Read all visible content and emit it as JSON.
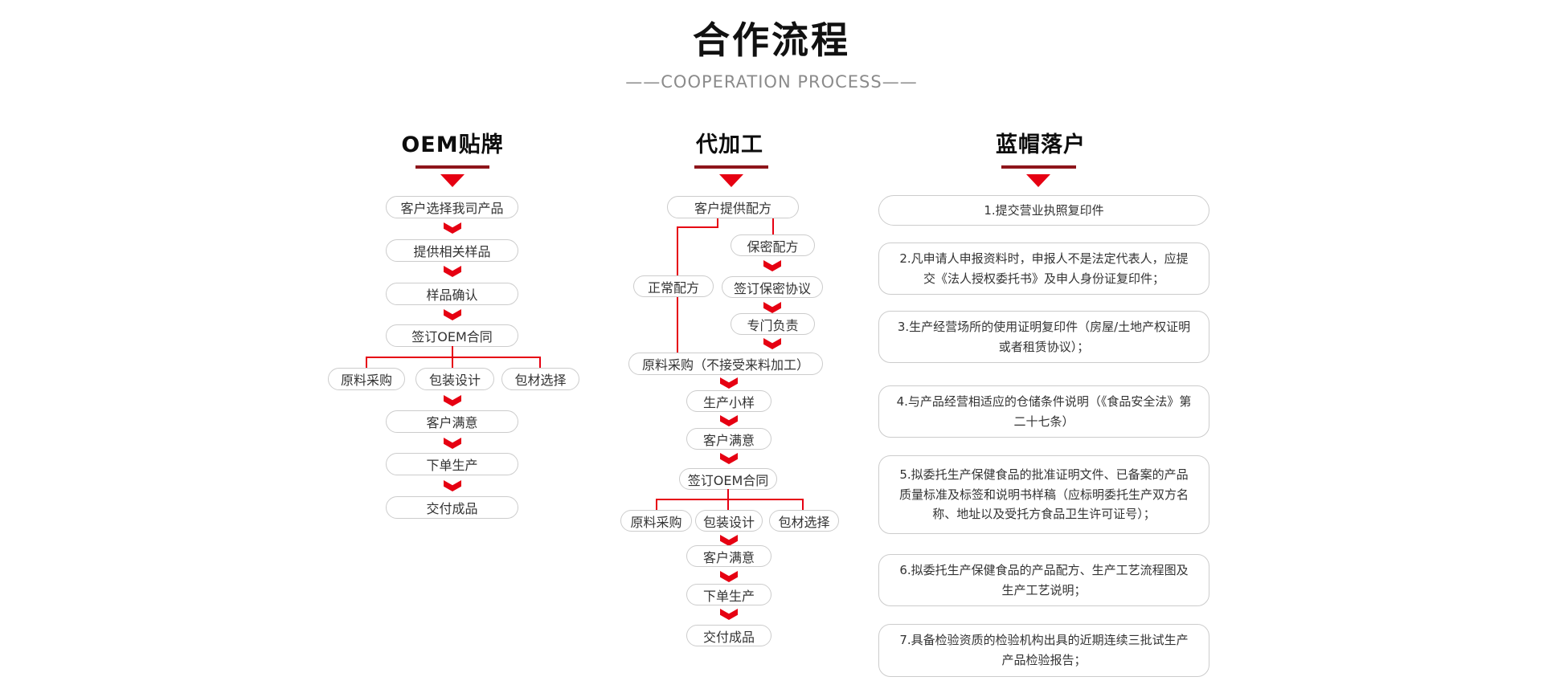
{
  "title": "合作流程",
  "subtitle": "——COOPERATION PROCESS——",
  "col1": {
    "header": "OEM贴牌",
    "steps": [
      "客户选择我司产品",
      "提供相关样品",
      "样品确认",
      "签订OEM合同",
      "客户满意",
      "下单生产",
      "交付成品"
    ],
    "branch": [
      "原料采购",
      "包装设计",
      "包材选择"
    ]
  },
  "col2": {
    "header": "代加工",
    "steps": [
      "客户提供配方",
      "保密配方",
      "正常配方",
      "签订保密协议",
      "专门负责",
      "原料采购（不接受来料加工）",
      "生产小样",
      "客户满意",
      "签订OEM合同",
      "客户满意",
      "下单生产",
      "交付成品"
    ],
    "branch": [
      "原料采购",
      "包装设计",
      "包材选择"
    ]
  },
  "col3": {
    "header": "蓝帽落户",
    "items": [
      "1.提交营业执照复印件",
      "2.凡申请人申报资料时，申报人不是法定代表人，应提交《法人授权委托书》及申人身份证复印件；",
      "3.生产经营场所的使用证明复印件（房屋/土地产权证明或者租赁协议）；",
      "4.与产品经营相适应的仓储条件说明（《食品安全法》第二十七条）",
      "5.拟委托生产保健食品的批准证明文件、已备案的产品质量标准及标签和说明书样稿（应标明委托生产双方名称、地址以及受托方食品卫生许可证号）；",
      "6.拟委托生产保健食品的产品配方、生产工艺流程图及生产工艺说明；",
      "7.具备检验资质的检验机构出具的近期连续三批试生产产品检验报告；"
    ]
  },
  "colors": {
    "accent_red": "#e60012",
    "dark_red": "#8e151b",
    "border_gray": "#cccccc",
    "text_dark": "#333333",
    "subtitle_gray": "#8b8b8b"
  }
}
